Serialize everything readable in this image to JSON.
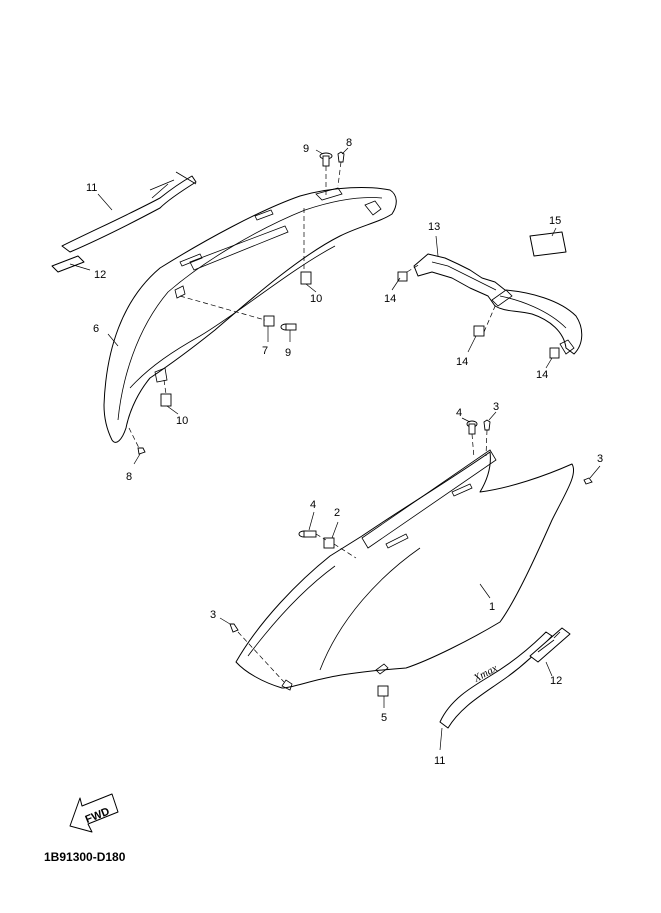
{
  "diagram_code": "1B91300-D180",
  "fwd_label": "FWD",
  "logo_text": "Xmax",
  "callouts": {
    "c1": "1",
    "c2": "2",
    "c3a": "3",
    "c3b": "3",
    "c3c": "3",
    "c4a": "4",
    "c4b": "4",
    "c5": "5",
    "c6": "6",
    "c7": "7",
    "c8a": "8",
    "c8b": "8",
    "c9a": "9",
    "c9b": "9",
    "c10a": "10",
    "c10b": "10",
    "c11a": "11",
    "c11b": "11",
    "c12a": "12",
    "c12b": "12",
    "c13": "13",
    "c14a": "14",
    "c14b": "14",
    "c14c": "14",
    "c15": "15"
  }
}
